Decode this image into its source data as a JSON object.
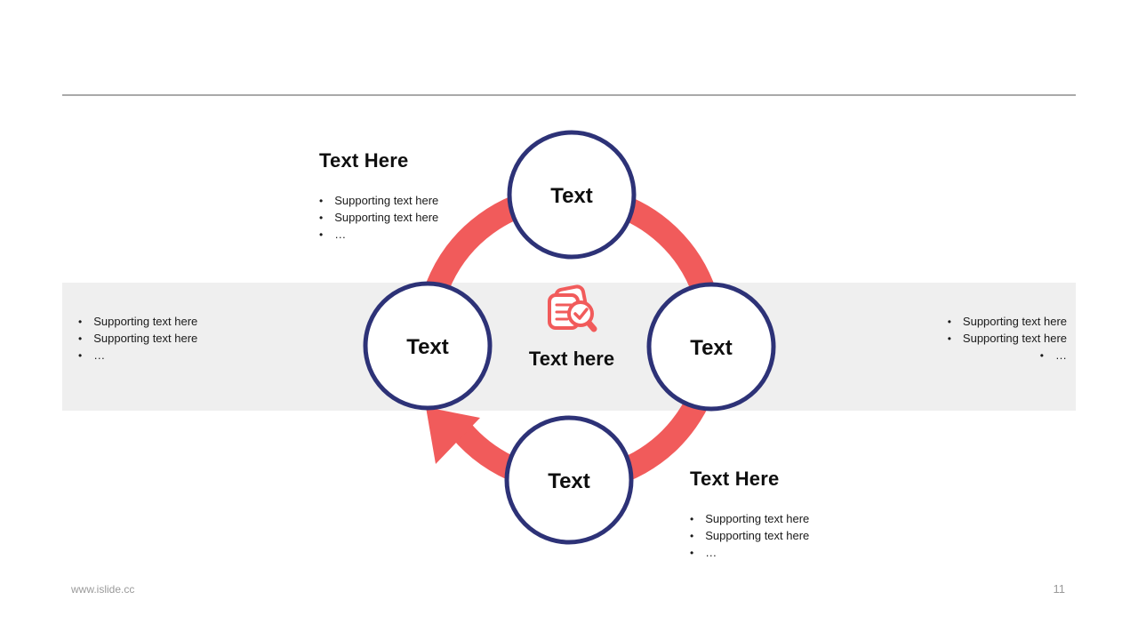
{
  "ui": {
    "bullet_char": "•"
  },
  "colors": {
    "accent_red": "#f15b5b",
    "node_border": "#2d3277",
    "band": "#efefef",
    "divider": "#a9a9a9"
  },
  "footer": {
    "url": "www.islide.cc",
    "page_number": "11"
  },
  "diagram": {
    "center_label": "Text here",
    "center_icon": "document-search-check-icon",
    "nodes": [
      {
        "position": "top",
        "label": "Text"
      },
      {
        "position": "right",
        "label": "Text"
      },
      {
        "position": "bottom",
        "label": "Text"
      },
      {
        "position": "left",
        "label": "Text"
      }
    ]
  },
  "sections": {
    "top_left": {
      "title": "Text Here",
      "bullets": [
        "Supporting text here",
        "Supporting text here",
        "…"
      ]
    },
    "left_band": {
      "bullets": [
        "Supporting text here",
        "Supporting text here",
        "…"
      ]
    },
    "right_band": {
      "bullets": [
        "Supporting text here",
        "Supporting text here",
        "…"
      ]
    },
    "bottom_right": {
      "title": "Text Here",
      "bullets": [
        "Supporting text here",
        "Supporting text here",
        "…"
      ]
    }
  }
}
